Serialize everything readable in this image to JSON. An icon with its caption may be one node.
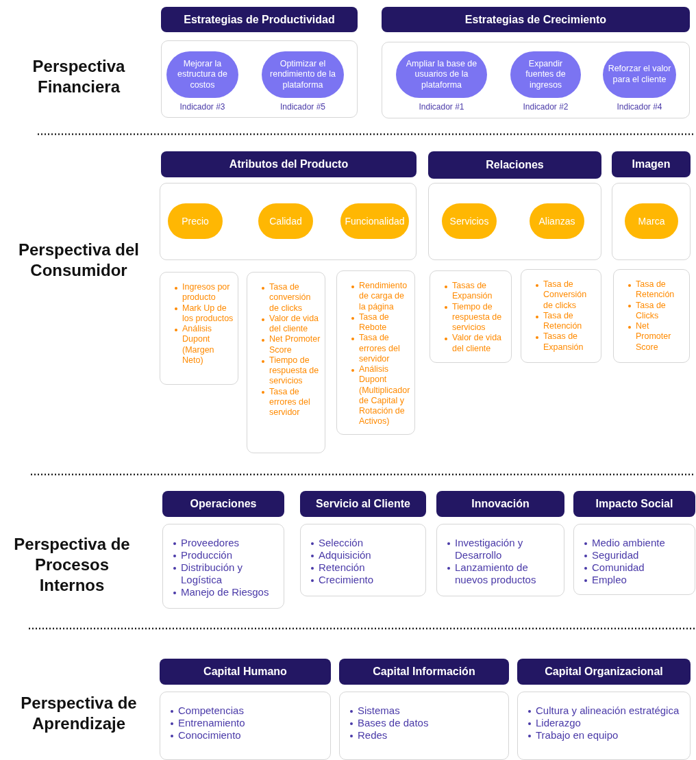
{
  "diagram": {
    "nodes": [
      {
        "text": [
          "Estrategias de Productividad"
        ]
      },
      {
        "text": [
          "Estrategias de Crecimiento"
        ]
      },
      {
        "text": [],
        "shape": "box"
      },
      {
        "text": [
          "Mejorar la estructura de costos"
        ],
        "in": 2,
        "beside": [
          "Indicador #3"
        ]
      },
      {
        "text": [
          "Optimizar el rendimiento de la plataforma"
        ],
        "in": 2,
        "beside": [
          "Indicador #5"
        ]
      },
      {
        "text": [],
        "shape": "box"
      },
      {
        "text": [
          "Ampliar la base de usuarios de la plataforma"
        ],
        "in": 5,
        "beside": [
          "Indicador #1"
        ]
      },
      {
        "text": [
          "Expandir fuentes de ingresos"
        ],
        "in": 5,
        "beside": [
          "Indicador #2"
        ]
      },
      {
        "text": [
          "Reforzar el valor para el cliente"
        ],
        "in": 5,
        "beside": [
          "Indicador #4"
        ]
      },
      {
        "text": [
          "Atributos del Producto"
        ]
      },
      {
        "text": [
          "Relaciones"
        ]
      },
      {
        "text": [
          "Imagen"
        ]
      },
      {
        "text": [],
        "shape": "box"
      },
      {
        "text": [
          "Precio"
        ],
        "in": 12
      },
      {
        "text": [
          "Calidad"
        ],
        "in": 12
      },
      {
        "text": [
          "Funcionalidad"
        ],
        "in": 12
      },
      {
        "text": [],
        "shape": "box"
      },
      {
        "text": [
          "Servicios"
        ],
        "in": 16
      },
      {
        "text": [
          "Alianzas"
        ],
        "in": 16
      },
      {
        "text": [],
        "shape": "box"
      },
      {
        "text": [
          "Marca"
        ],
        "in": 19
      },
      {
        "text": [
          "Ingresos por producto",
          "Mark Up de los productos",
          "Análisis Dupont (Margen Neto)"
        ]
      },
      {
        "text": [
          "Tasa de conversión de clicks",
          "Valor de vida del cliente",
          "Net Promoter Score",
          "Tiempo de respuesta de servicios",
          "Tasa de errores del servidor"
        ]
      },
      {
        "text": [
          "Rendimiento de carga de la página",
          "Tasa de Rebote",
          "Tasa de errores del servidor",
          "Análisis Dupont (Multiplicador de Capital y Rotación de Activos)"
        ]
      },
      {
        "text": [
          "Tasas de Expansión",
          "Tiempo de respuesta de servicios",
          "Valor de vida del cliente"
        ]
      },
      {
        "text": [
          "Tasa de Conversión de clicks",
          "Tasa de Retención",
          "Tasas de Expansión"
        ]
      },
      {
        "text": [
          "Tasa de Retención",
          "Tasa de Clicks",
          "Net Promoter Score"
        ]
      },
      {
        "text": [
          "Operaciones"
        ]
      },
      {
        "text": [
          "Servicio al Cliente"
        ]
      },
      {
        "text": [
          "Innovación"
        ]
      },
      {
        "text": [
          "Impacto Social"
        ]
      },
      {
        "text": [
          "Proveedores",
          "Producción",
          "Distribución y Logística",
          "Manejo de Riesgos"
        ]
      },
      {
        "text": [
          "Selección",
          "Adquisición",
          "Retención",
          "Crecimiento"
        ]
      },
      {
        "text": [
          "Investigación y Desarrollo",
          "Lanzamiento de nuevos productos"
        ]
      },
      {
        "text": [
          "Medio ambiente",
          "Seguridad",
          "Comunidad",
          "Empleo"
        ]
      },
      {
        "text": [
          "Capital Humano"
        ]
      },
      {
        "text": [
          "Capital Información"
        ]
      },
      {
        "text": [
          "Capital Organizacional"
        ]
      },
      {
        "text": [
          "Competencias",
          "Entrenamiento",
          "Conocimiento"
        ]
      },
      {
        "text": [
          "Sistemas",
          "Bases de datos",
          "Redes"
        ]
      },
      {
        "text": [
          "Cultura y alineación estratégica",
          "Liderazgo",
          "Trabajo en equipo"
        ]
      }
    ],
    "edges": [],
    "labels": [
      "Perspectiva Financiera",
      "Perspectiva del Consumidor",
      "Perspectiva de Procesos Internos",
      "Perspectiva de Aprendizaje"
    ]
  }
}
